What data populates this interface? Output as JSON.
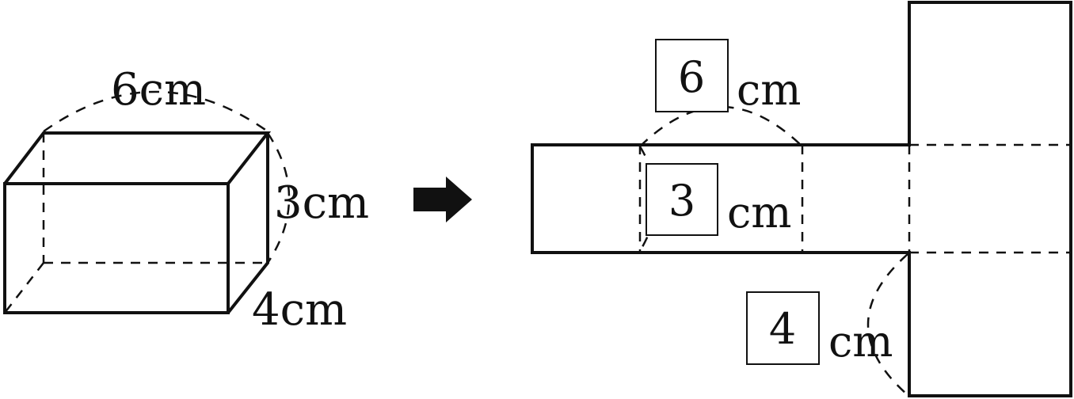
{
  "figure": {
    "solid_labels": {
      "length": "6cm",
      "height": "3cm",
      "width": "4cm"
    },
    "arrow_icon": "right-arrow-icon",
    "net_labels": {
      "length_box": "6",
      "length_unit": "cm",
      "height_box": "3",
      "height_unit": "cm",
      "width_box": "4",
      "width_unit": "cm"
    }
  }
}
